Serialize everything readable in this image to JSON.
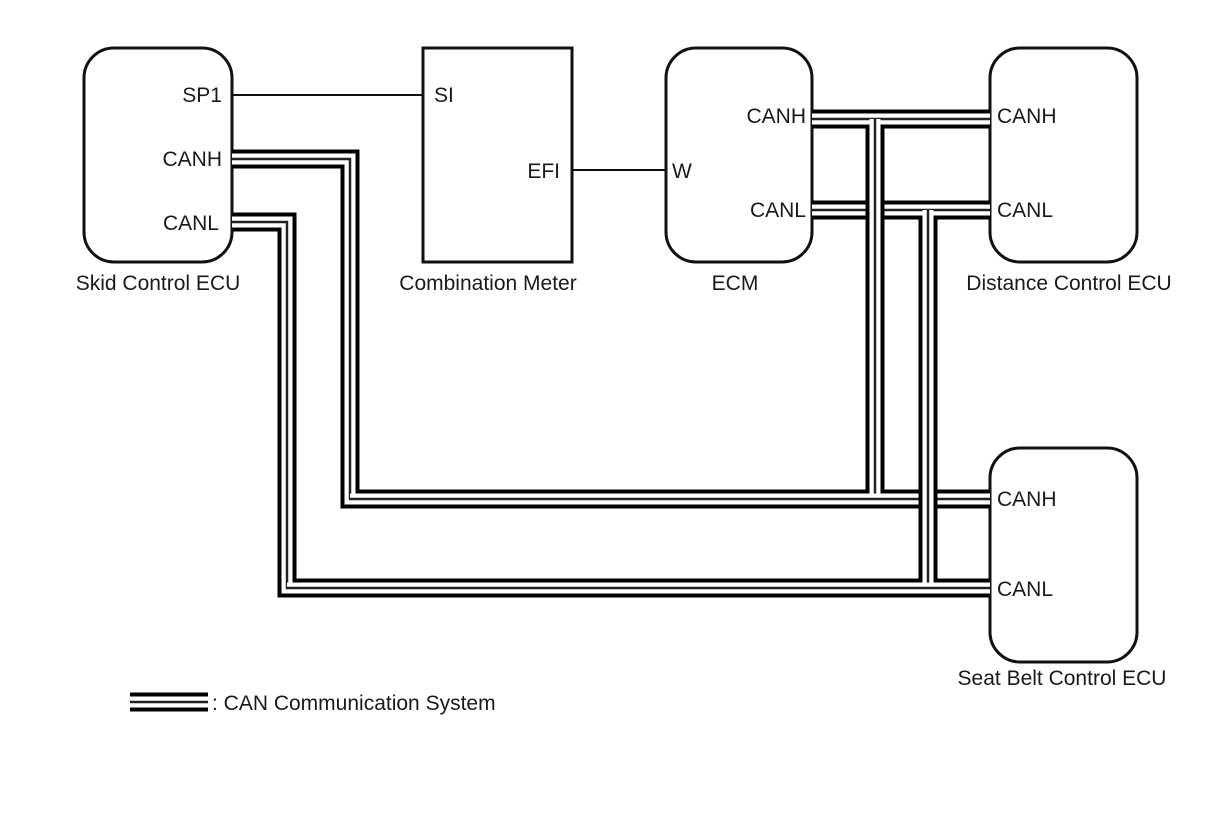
{
  "diagram": {
    "components": {
      "skid": {
        "name": "Skid Control ECU",
        "terminals": {
          "sp1": "SP1",
          "canh": "CANH",
          "canl": "CANL"
        }
      },
      "meter": {
        "name": "Combination Meter",
        "terminals": {
          "si": "SI",
          "efi": "EFI"
        }
      },
      "ecm": {
        "name": "ECM",
        "terminals": {
          "w": "W",
          "canh": "CANH",
          "canl": "CANL"
        }
      },
      "distance": {
        "name": "Distance Control ECU",
        "terminals": {
          "canh": "CANH",
          "canl": "CANL"
        }
      },
      "seatbelt": {
        "name": "Seat Belt Control ECU",
        "terminals": {
          "canh": "CANH",
          "canl": "CANL"
        }
      }
    },
    "connections": [
      {
        "from": "Skid Control ECU SP1",
        "to": "Combination Meter SI",
        "type": "wire"
      },
      {
        "from": "Combination Meter EFI",
        "to": "ECM W",
        "type": "wire"
      },
      {
        "bus": "CANH",
        "nodes": [
          "Skid Control ECU",
          "ECM",
          "Distance Control ECU",
          "Seat Belt Control ECU"
        ],
        "type": "CAN"
      },
      {
        "bus": "CANL",
        "nodes": [
          "Skid Control ECU",
          "ECM",
          "Distance Control ECU",
          "Seat Belt Control ECU"
        ],
        "type": "CAN"
      }
    ],
    "legend": {
      "text": ": CAN Communication System",
      "symbol": "can-bus-line"
    }
  }
}
